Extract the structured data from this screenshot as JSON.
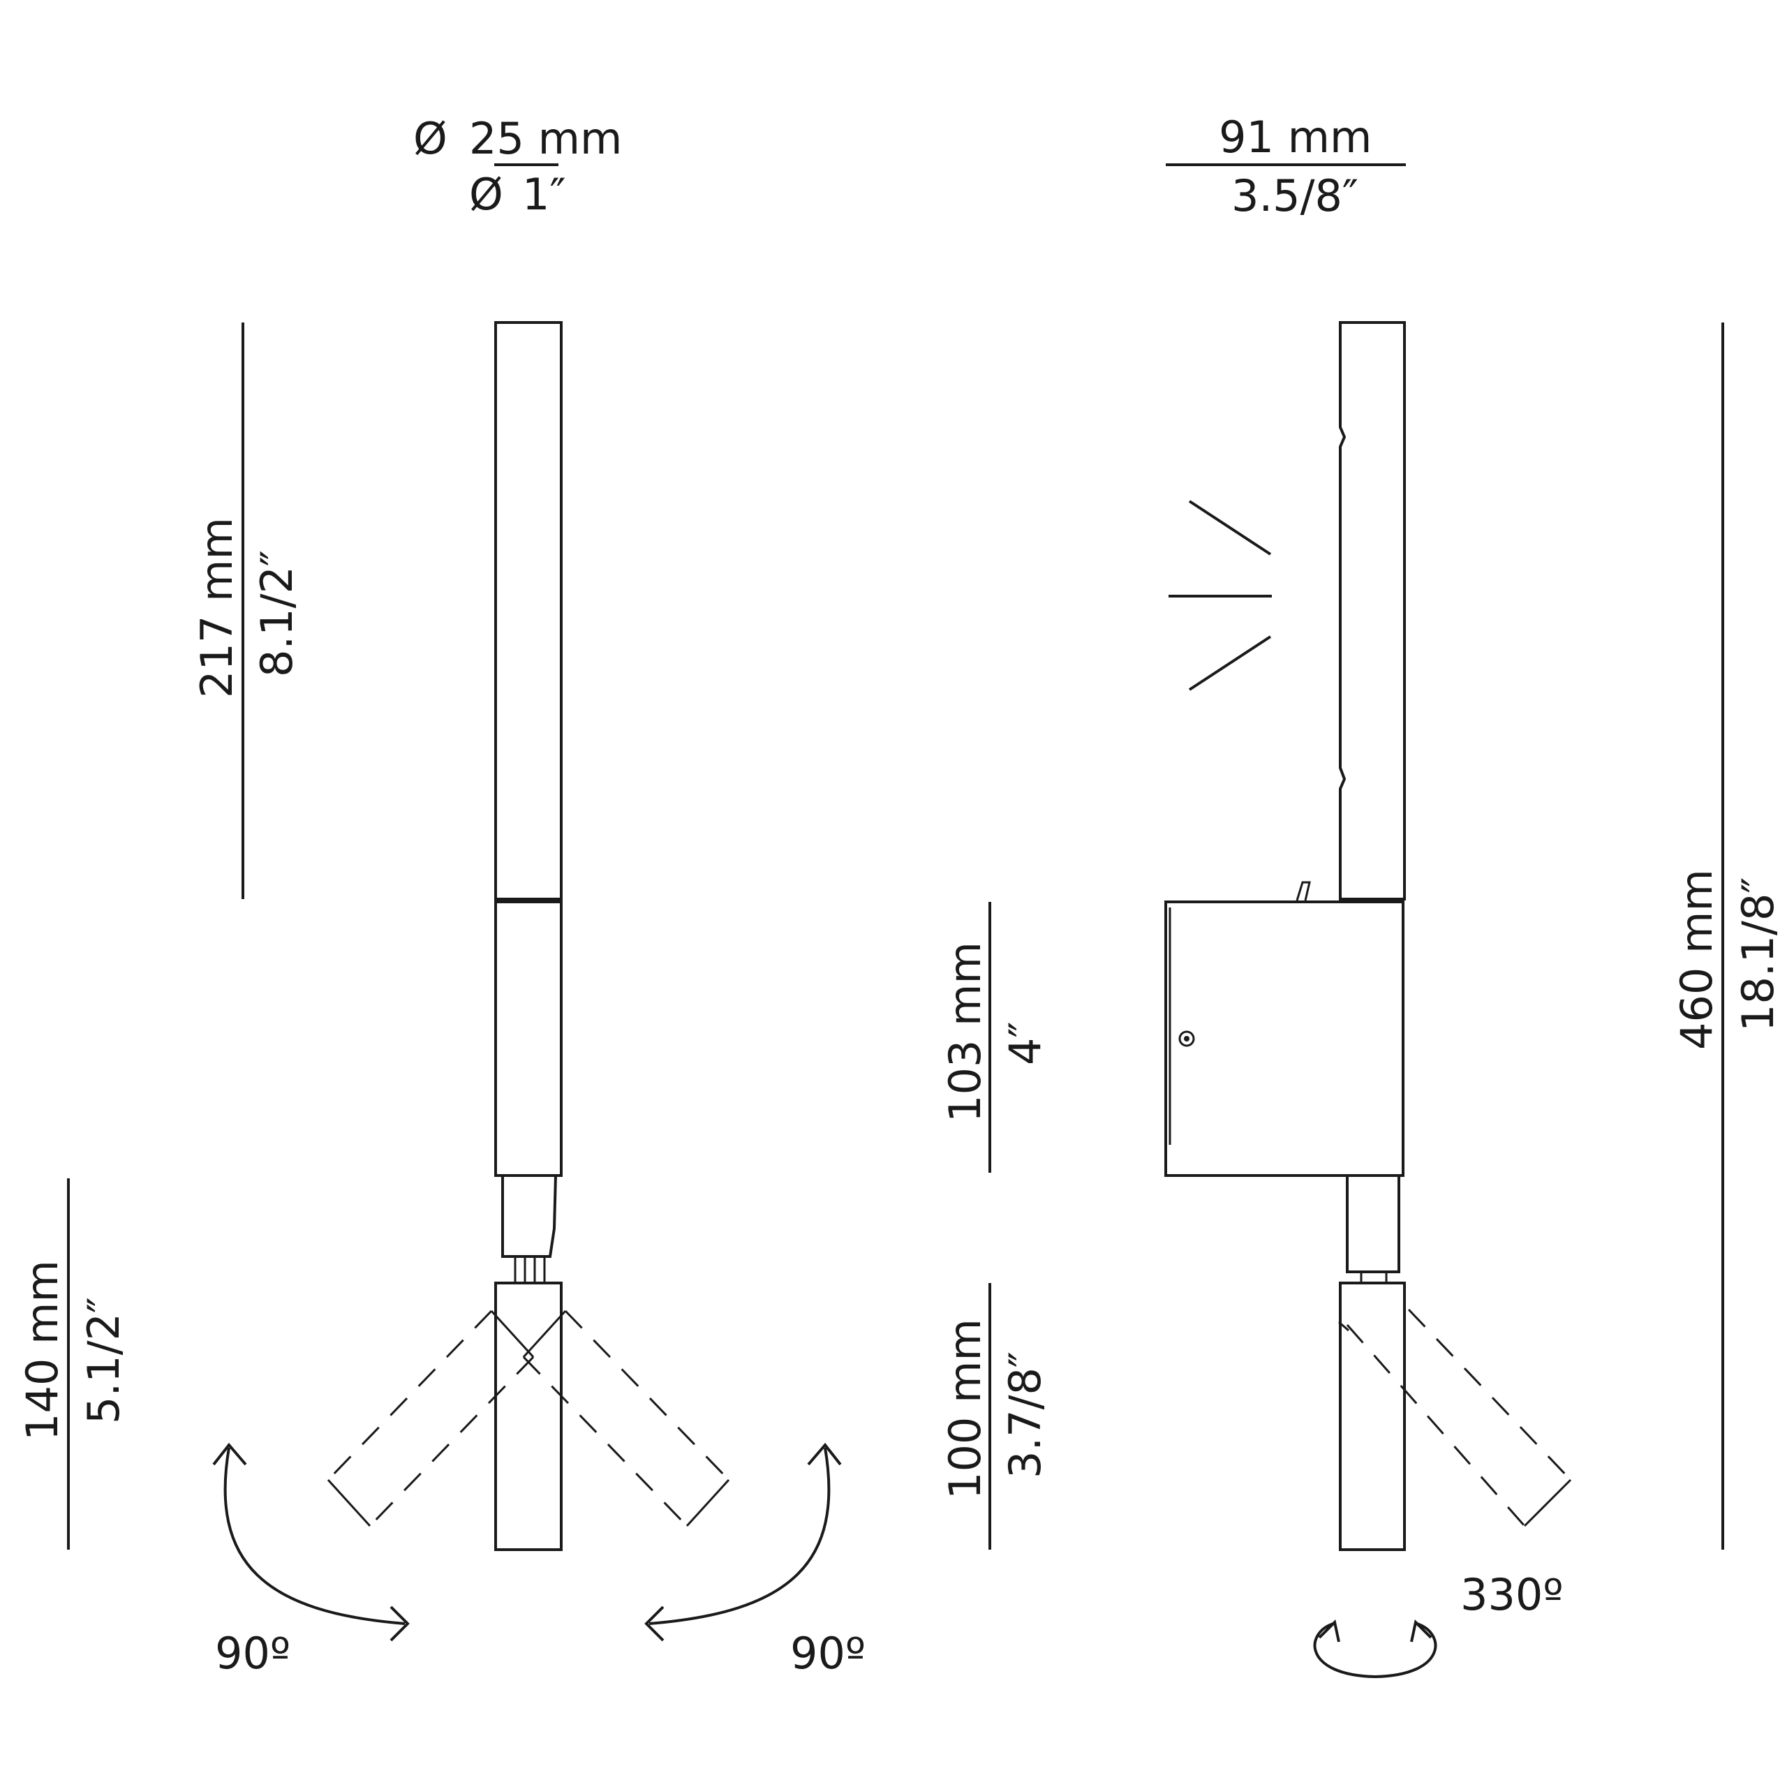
{
  "front_view": {
    "diameter_mm": "25 mm",
    "diameter_in": "1″",
    "diameter_symbol": "Ø",
    "upper_height_mm": "217 mm",
    "upper_height_in": "8.1/2″",
    "lower_height_mm": "140 mm",
    "lower_height_in": "5.1/2″",
    "tilt_left": "90º",
    "tilt_right": "90º"
  },
  "side_view": {
    "depth_mm": "91 mm",
    "depth_in": "3.5/8″",
    "base_height_mm": "103 mm",
    "base_height_in": "4″",
    "head_height_mm": "100 mm",
    "head_height_in": "3.7/8″",
    "total_height_mm": "460 mm",
    "total_height_in": "18.1/8″",
    "rotation": "330º"
  }
}
